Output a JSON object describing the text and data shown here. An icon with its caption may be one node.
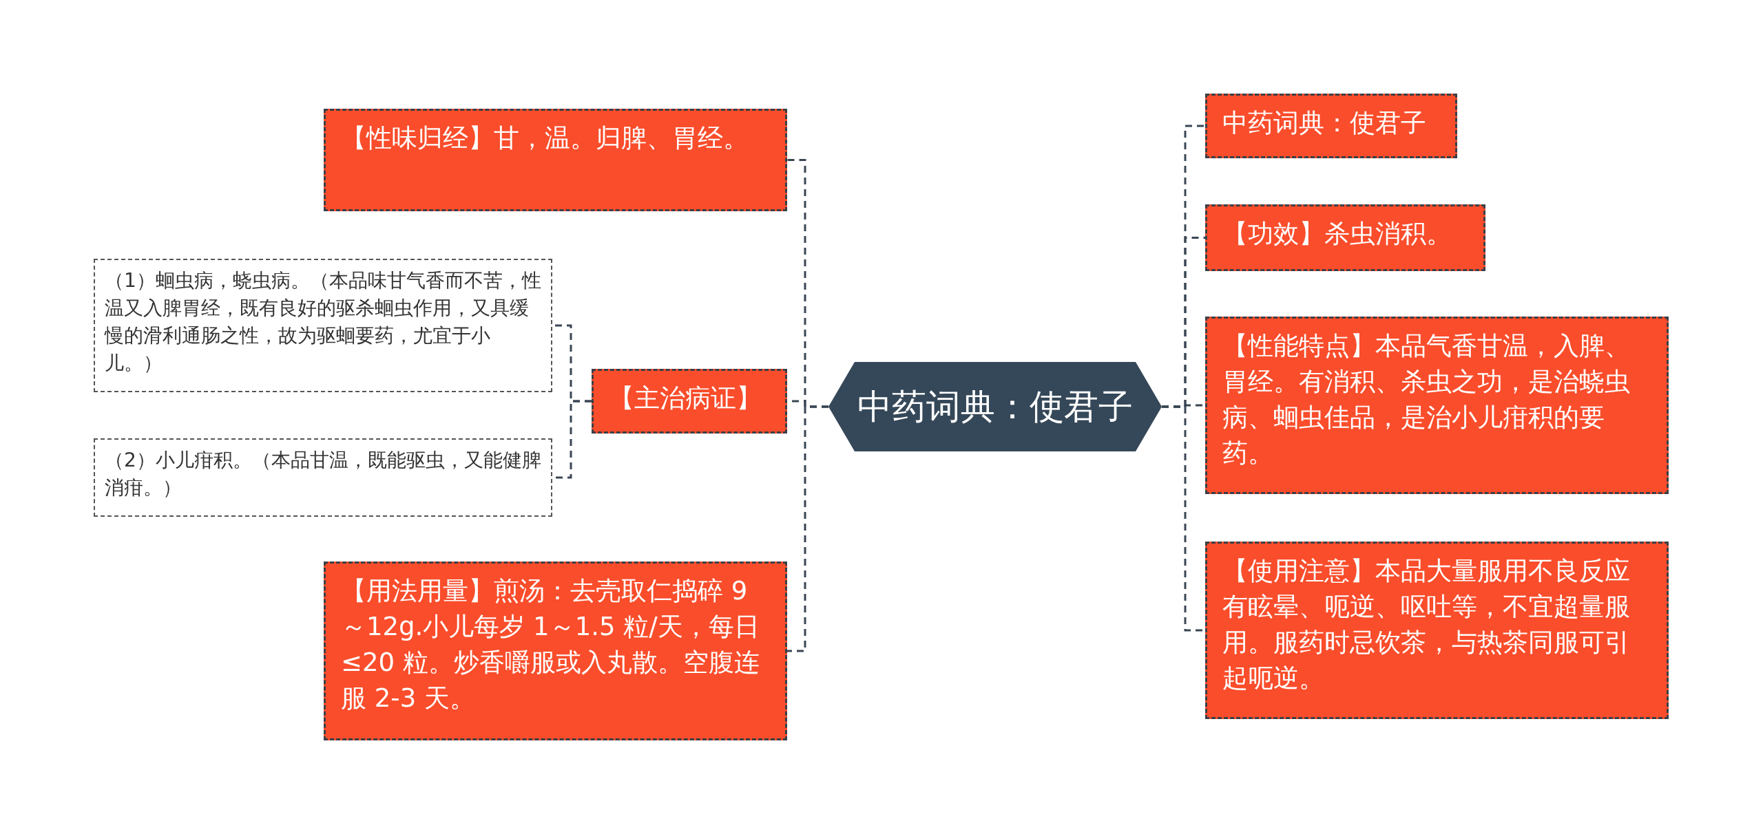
{
  "diagram": {
    "nodes": [
      {
        "text": [
          "中药词典：使君子"
        ]
      },
      {
        "text": [
          "【性味归经】甘，温。归脾、胃经。"
        ]
      },
      {
        "text": [
          "【主治病证】"
        ]
      },
      {
        "text": [
          "（1）蛔虫病，蛲虫病。（本品味甘气香而不苦，性温又入脾胃经，既有良好的驱杀蛔虫作用，又具缓慢的滑利通肠之性，故为驱蛔要药，尤宜于小儿。）"
        ]
      },
      {
        "text": [
          "（2）小儿疳积。（本品甘温，既能驱虫，又能健脾消疳。）"
        ]
      },
      {
        "text": [
          "【用法用量】煎汤：去壳取仁捣碎 9～12g.小儿每岁 1～1.5 粒/天，每日≤20 粒。炒香嚼服或入丸散。空腹连服 2-3 天。"
        ]
      },
      {
        "text": [
          "中药词典：使君子"
        ]
      },
      {
        "text": [
          "【功效】杀虫消积。"
        ]
      },
      {
        "text": [
          "【性能特点】本品气香甘温，入脾、胃经。有消积、杀虫之功，是治蛲虫病、蛔虫佳品，是治小儿疳积的要药。"
        ]
      },
      {
        "text": [
          "【使用注意】本品大量服用不良反应有眩晕、呃逆、呕吐等，不宜超量服用。服药时忌饮茶，与热茶同服可引起呃逆。"
        ]
      }
    ],
    "edges": [
      {
        "from": 0,
        "to": 1,
        "arrow": "none"
      },
      {
        "from": 0,
        "to": 2,
        "arrow": "none"
      },
      {
        "from": 2,
        "to": 3,
        "arrow": "none"
      },
      {
        "from": 2,
        "to": 4,
        "arrow": "none"
      },
      {
        "from": 0,
        "to": 5,
        "arrow": "none"
      },
      {
        "from": 0,
        "to": 6,
        "arrow": "none"
      },
      {
        "from": 0,
        "to": 7,
        "arrow": "none"
      },
      {
        "from": 0,
        "to": 8,
        "arrow": "none"
      },
      {
        "from": 0,
        "to": 9,
        "arrow": "none"
      }
    ]
  }
}
